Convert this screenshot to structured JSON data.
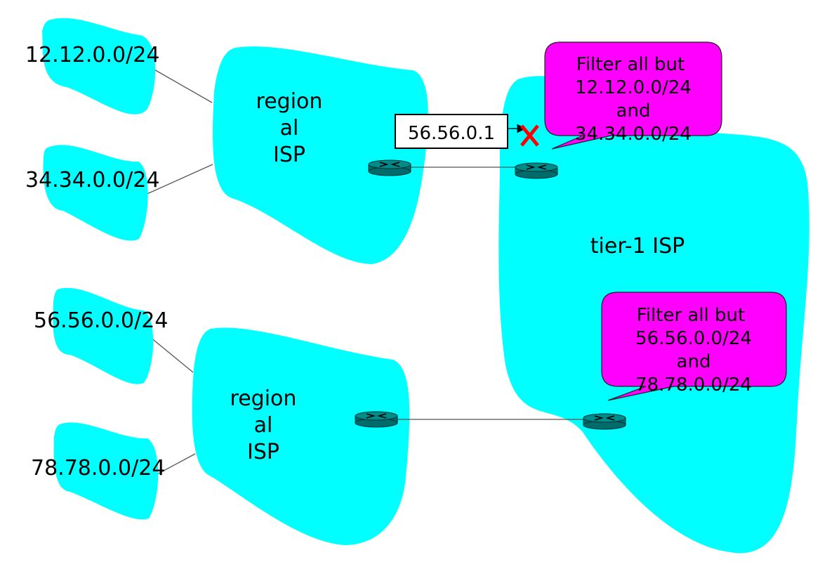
{
  "colors": {
    "cloud": "#00FFFF",
    "callout": "#FF00FF",
    "router": "#008B8B",
    "block": "#FF0000",
    "line": "#555555"
  },
  "prefixes": [
    "12.12.0.0/24",
    "34.34.0.0/24",
    "56.56.0.0/24",
    "78.78.0.0/24"
  ],
  "regional_isp_top": {
    "lines": [
      "region",
      "al",
      "ISP"
    ]
  },
  "regional_isp_bottom": {
    "lines": [
      "region",
      "al",
      "ISP"
    ]
  },
  "tier1_isp": {
    "label": "tier-1 ISP"
  },
  "packet": {
    "label": "56.56.0.1",
    "blocked_icon": "x-mark"
  },
  "callouts": [
    {
      "lines": [
        "Filter all but",
        "12.12.0.0/24",
        "and",
        "34.34.0.0/24"
      ]
    },
    {
      "lines": [
        "Filter all but",
        "56.56.0.0/24",
        "and",
        "78.78.0.0/24"
      ]
    }
  ],
  "icons": {
    "router": "router-icon"
  }
}
